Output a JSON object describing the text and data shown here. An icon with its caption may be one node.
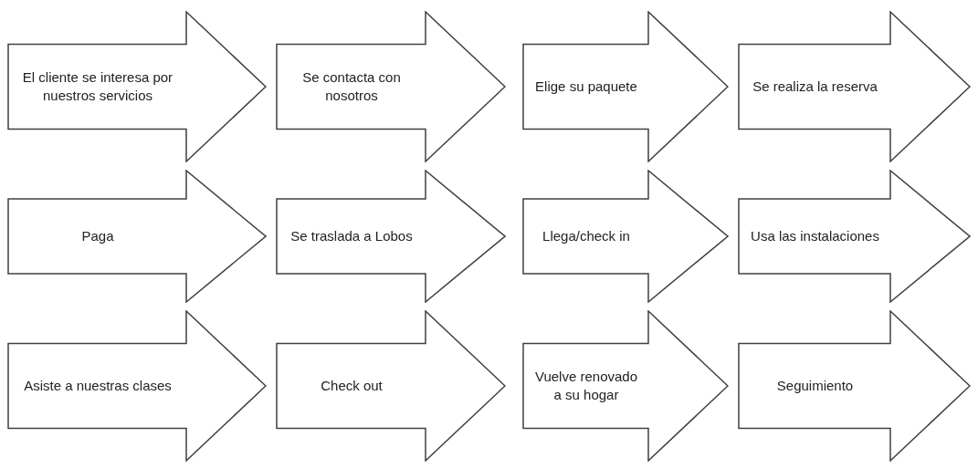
{
  "diagram": {
    "nodes": [
      {
        "text": [
          "El cliente se interesa por nuestros servicios"
        ]
      },
      {
        "text": [
          "Se contacta con nosotros"
        ]
      },
      {
        "text": [
          "Elige su paquete"
        ]
      },
      {
        "text": [
          "Se realiza la reserva"
        ]
      },
      {
        "text": [
          "Paga"
        ]
      },
      {
        "text": [
          "Se traslada a Lobos"
        ]
      },
      {
        "text": [
          "Llega/check in"
        ]
      },
      {
        "text": [
          "Usa las instalaciones"
        ]
      },
      {
        "text": [
          "Asiste a nuestras clases"
        ]
      },
      {
        "text": [
          "Check out"
        ]
      },
      {
        "text": [
          "Vuelve renovado a su hogar"
        ]
      },
      {
        "text": [
          "Seguimiento"
        ]
      }
    ]
  }
}
